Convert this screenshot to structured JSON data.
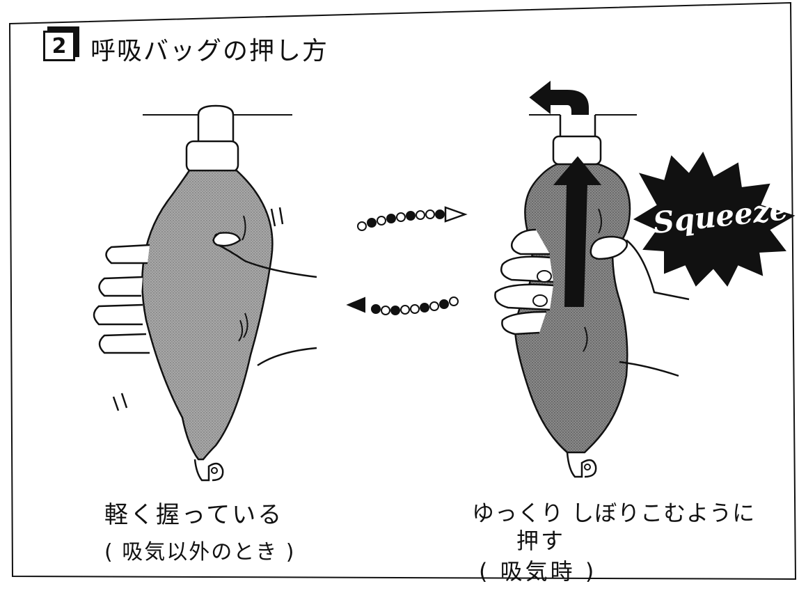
{
  "step_number": "2",
  "title": "呼吸バッグの押し方",
  "left_caption": {
    "line1": "軽く握っている",
    "line2": "( 吸気以外のとき )"
  },
  "right_caption": {
    "line1": "ゆっくり しぼりこむように",
    "line2": "押す",
    "line3": "( 吸気時 )"
  },
  "burst_label": "Squeeze",
  "colors": {
    "ink": "#111111",
    "bag_fill": "#9a9a9a",
    "paper": "#ffffff"
  },
  "icons": [
    "step-box-icon",
    "breathing-bag-icon",
    "hand-icon",
    "dotted-arrow-icon",
    "up-arrow-icon",
    "airflow-arrow-icon",
    "starburst-icon"
  ]
}
